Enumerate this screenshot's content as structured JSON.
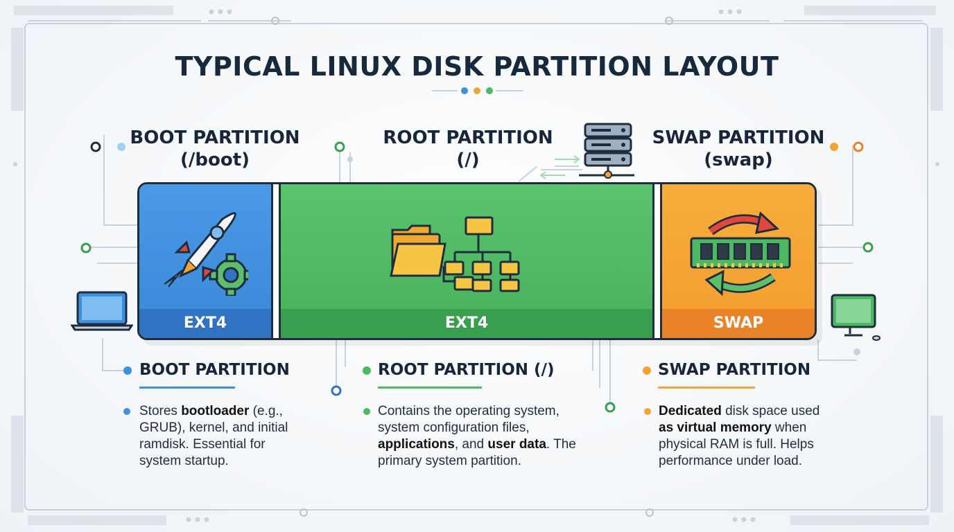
{
  "title": "TYPICAL LINUX DISK PARTITION LAYOUT",
  "colors": {
    "boot": "#3f8fe0",
    "boot_dark": "#2f73c2",
    "root": "#4cb862",
    "root_dark": "#3a9e4f",
    "swap": "#f5a331",
    "swap_dark": "#e8832a",
    "outline": "#1e2d3d"
  },
  "partitions": [
    {
      "id": "boot",
      "name": "BOOT PARTITION",
      "mount": "(/boot)",
      "fs": "EXT4",
      "icon": "rocket-gear-icon",
      "card": {
        "heading": "BOOT PARTITION",
        "parts": [
          {
            "t": "Stores ",
            "b": false
          },
          {
            "t": "bootloader",
            "b": true
          },
          {
            "t": " (e.g., GRUB), kernel, and initial ramdisk. Essential for system startup.",
            "b": false
          }
        ]
      }
    },
    {
      "id": "root",
      "name": "ROOT PARTITION",
      "mount": "(/)",
      "fs": "EXT4",
      "icon": "folder-tree-icon",
      "card": {
        "heading": "ROOT PARTITION (/)",
        "parts": [
          {
            "t": "Contains the operating system, system configuration files, ",
            "b": false
          },
          {
            "t": "applications",
            "b": true
          },
          {
            "t": ", and ",
            "b": false
          },
          {
            "t": "user data",
            "b": true
          },
          {
            "t": ". The primary system partition.",
            "b": false
          }
        ]
      }
    },
    {
      "id": "swap",
      "name": "SWAP PARTITION",
      "mount": "(swap)",
      "fs": "SWAP",
      "icon": "memory-swap-icon",
      "card": {
        "heading": "SWAP PARTITION",
        "parts": [
          {
            "t": "Dedicated",
            "b": true
          },
          {
            "t": " disk space used ",
            "b": false
          },
          {
            "t": "as virtual memory",
            "b": true
          },
          {
            "t": " when physical RAM is full. Helps performance under load.",
            "b": false
          }
        ]
      }
    }
  ]
}
